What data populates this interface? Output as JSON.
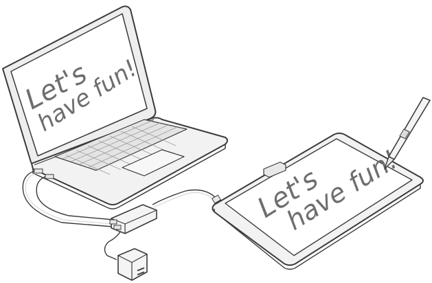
{
  "laptop": {
    "screen_line1": "Let's",
    "screen_line2": "have fun!"
  },
  "tablet": {
    "screen_line1": "Let's",
    "screen_line2": "have fun!"
  },
  "colors": {
    "outline": "#3a3a3a",
    "device_body": "#f2f2f2",
    "screen_fill": "#ffffff",
    "handwriting": "#6e6e6e",
    "key_fill": "#ececec",
    "accent_port": "#e8e8e8"
  },
  "icons": {
    "laptop": "laptop-icon",
    "pen_tablet": "pen-display-icon",
    "stylus": "stylus-icon",
    "adapter": "hub-adapter-icon",
    "power": "power-plug-icon"
  }
}
